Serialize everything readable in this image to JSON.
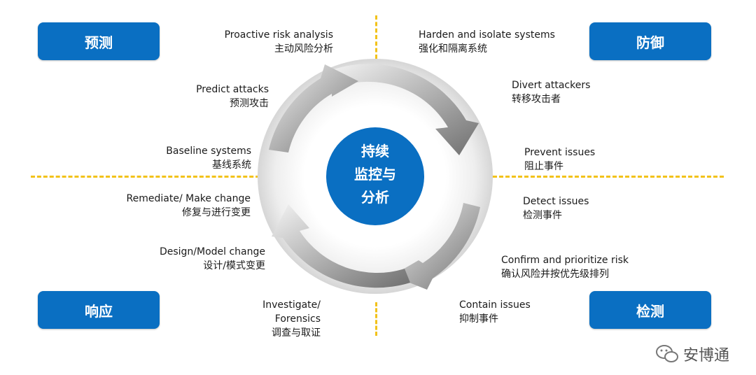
{
  "quadrants": {
    "predict": "预测",
    "prevent": "防御",
    "respond": "响应",
    "detect": "检测"
  },
  "center": {
    "line1": "持续",
    "line2": "监控与",
    "line3": "分析"
  },
  "steps": {
    "proactive_en": "Proactive risk analysis",
    "proactive_zh": "主动风险分析",
    "predict_attacks_en": "Predict attacks",
    "predict_attacks_zh": "预测攻击",
    "baseline_en": "Baseline systems",
    "baseline_zh": "基线系统",
    "remediate_en": "Remediate/ Make change",
    "remediate_zh": "修复与进行变更",
    "design_en": "Design/Model change",
    "design_zh": "设计/模式变更",
    "investigate_en1": "Investigate/",
    "investigate_en2": "Forensics",
    "investigate_zh": "调查与取证",
    "harden_en": "Harden and isolate systems",
    "harden_zh": "强化和隔离系统",
    "divert_en": "Divert attackers",
    "divert_zh": "转移攻击者",
    "prevent_en": "Prevent issues",
    "prevent_zh": "阻止事件",
    "detect_en": "Detect issues",
    "detect_zh": "检测事件",
    "confirm_en": "Confirm and prioritize risk",
    "confirm_zh": "确认风险并按优先级排列",
    "contain_en": "Contain issues",
    "contain_zh": "抑制事件"
  },
  "watermark": "安博通",
  "colors": {
    "badge": "#0a6fc2",
    "center": "#0a6fc2",
    "dash": "#f2c21a",
    "arrow": "#8a8a8a"
  }
}
